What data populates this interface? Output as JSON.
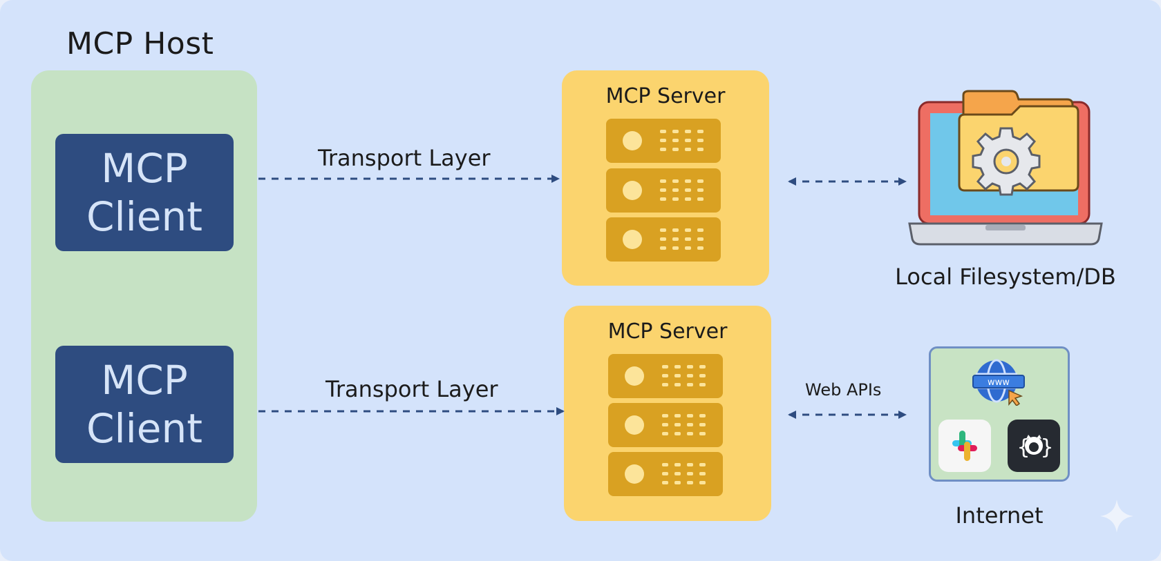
{
  "host": {
    "title": "MCP Host",
    "clients": [
      {
        "line1": "MCP",
        "line2": "Client"
      },
      {
        "line1": "MCP",
        "line2": "Client"
      }
    ]
  },
  "servers": [
    {
      "title": "MCP Server",
      "link_label": "Transport Layer"
    },
    {
      "title": "MCP Server",
      "link_label": "Transport Layer"
    }
  ],
  "resources": {
    "local": {
      "label": "Local Filesystem/DB",
      "icon": "laptop-folder-gear-icon"
    },
    "internet": {
      "label": "Internet",
      "link_label": "Web APIs",
      "icons": [
        "www-globe-icon",
        "slack-icon",
        "github-icon"
      ],
      "globe_text": "www"
    }
  },
  "colors": {
    "background": "#d4e3fb",
    "host_panel": "#c6e2c4",
    "client_box": "#2e4c80",
    "server_panel": "#fbd46e",
    "server_rack": "#d9a122",
    "arrow": "#2e4c80"
  }
}
